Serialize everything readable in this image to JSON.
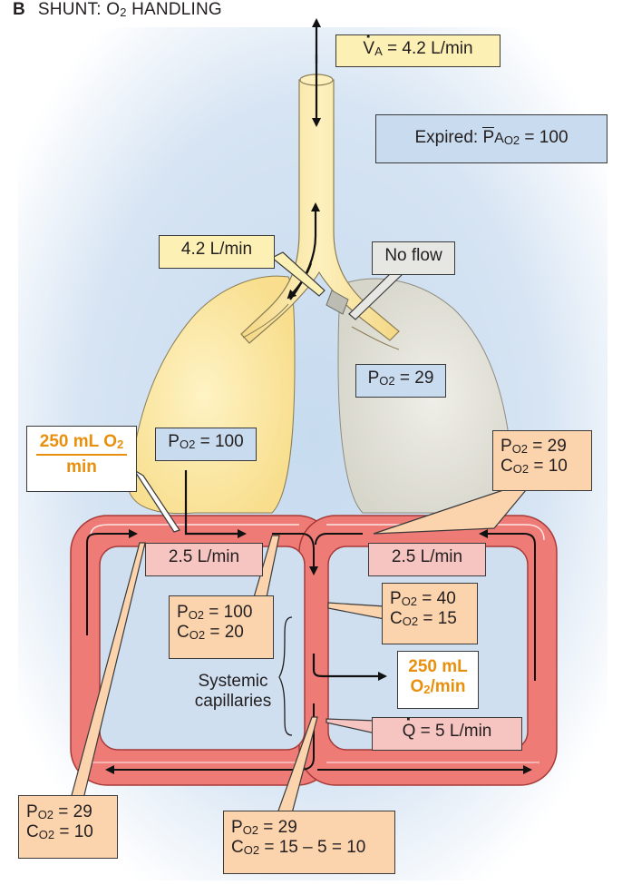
{
  "header": {
    "panel_letter": "B",
    "title": "SHUNT: O",
    "title_sub": "2",
    "title_rest": " HANDLING"
  },
  "labels": {
    "va": {
      "prefix": "V",
      "sub": "A",
      "rest": " = 4.2 L/min"
    },
    "expired": {
      "prefix": "Expired: ",
      "p": "P",
      "sub": "A",
      "subsub": "O2",
      "rest": " = 100"
    },
    "flow_in": "4.2 L/min",
    "no_flow": "No flow",
    "po2_shunt_lung": {
      "p": "P",
      "sub": "O2",
      "rest": " = 29"
    },
    "po2_good_lung": {
      "p": "P",
      "sub": "O2",
      "rest": " = 100"
    },
    "uptake_left": {
      "num": "250 mL O",
      "num_sub": "2",
      "den": "min"
    },
    "right_venous": {
      "line1_p": "P",
      "line1_sub": "O2",
      "line1_rest": " = 29",
      "line2_p": "C",
      "line2_sub": "O2",
      "line2_rest": " = 10"
    },
    "flow_left": "2.5 L/min",
    "flow_right": "2.5 L/min",
    "arterial": {
      "line1_p": "P",
      "line1_sub": "O2",
      "line1_rest": " = 100",
      "line2_p": "C",
      "line2_sub": "O2",
      "line2_rest": " = 20"
    },
    "mixed_arterial": {
      "line1_p": "P",
      "line1_sub": "O2",
      "line1_rest": " = 40",
      "line2_p": "C",
      "line2_sub": "O2",
      "line2_rest": " = 15"
    },
    "systemic": {
      "line1": "Systemic",
      "line2": "capillaries"
    },
    "uptake_right": {
      "line1": "250 mL",
      "line2_p": "O",
      "line2_sub": "2",
      "line2_rest": "/min"
    },
    "cardiac_output": {
      "q": "Q",
      "rest": " = 5 L/min"
    },
    "venous_left": {
      "line1_p": "P",
      "line1_sub": "O2",
      "line1_rest": " = 29",
      "line2_p": "C",
      "line2_sub": "O2",
      "line2_rest": " = 10"
    },
    "venous_bottom": {
      "line1_p": "P",
      "line1_sub": "O2",
      "line1_rest": " = 29",
      "line2_p": "C",
      "line2_sub": "O2",
      "line2_rest": " = 15 – 5 = 10"
    }
  },
  "colors": {
    "background_glow": "#c5d8ee",
    "airway": "#fbe7a0",
    "ventilated_lung": "#fde8a8",
    "shunted_lung": "#e3e2da",
    "vessel": "#ee7b76",
    "accent_orange": "#e8900e"
  }
}
